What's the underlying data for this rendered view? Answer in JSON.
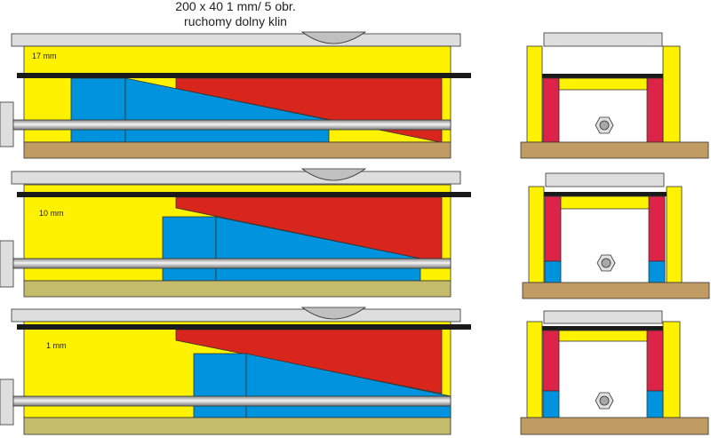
{
  "title": {
    "line1": "200 x 40  1 mm/ 5 obr.",
    "line2": "ruchomy dolny klin"
  },
  "panels": [
    {
      "label": "17 mm"
    },
    {
      "label": "10 mm"
    },
    {
      "label": "1 mm"
    }
  ],
  "colors": {
    "body": "#fff200",
    "upper_wedge": "#d9261c",
    "lower_wedge": "#0093dd",
    "leg": "#dc2348",
    "plate": "#dedede",
    "base_tan": "#c09c64",
    "base_olive": "#c4bc6a",
    "bar": "#1a1a1a"
  }
}
